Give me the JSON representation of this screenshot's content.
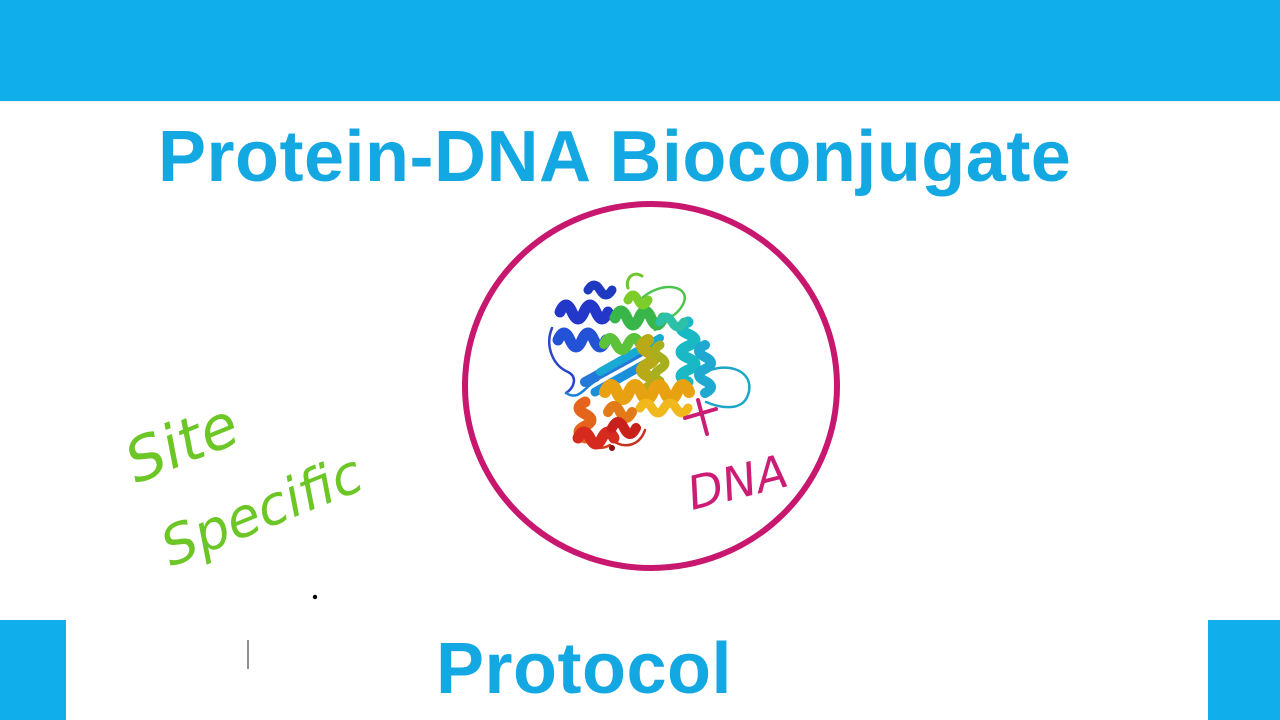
{
  "slide": {
    "title": "Protein-DNA Bioconjugate",
    "subtitle": "Protocol"
  },
  "annotations": {
    "left_note_line1": "Site",
    "left_note_line2": "Specific",
    "protein_label": "DNA"
  },
  "colors": {
    "accent_blue": "#10aeeb",
    "title_blue": "#14a8e3",
    "circle_magenta": "#c8176e",
    "ink_magenta": "#cc1d76",
    "ink_green": "#6cc626"
  },
  "icons": {
    "protein": "protein-ribbon-structure-icon"
  }
}
